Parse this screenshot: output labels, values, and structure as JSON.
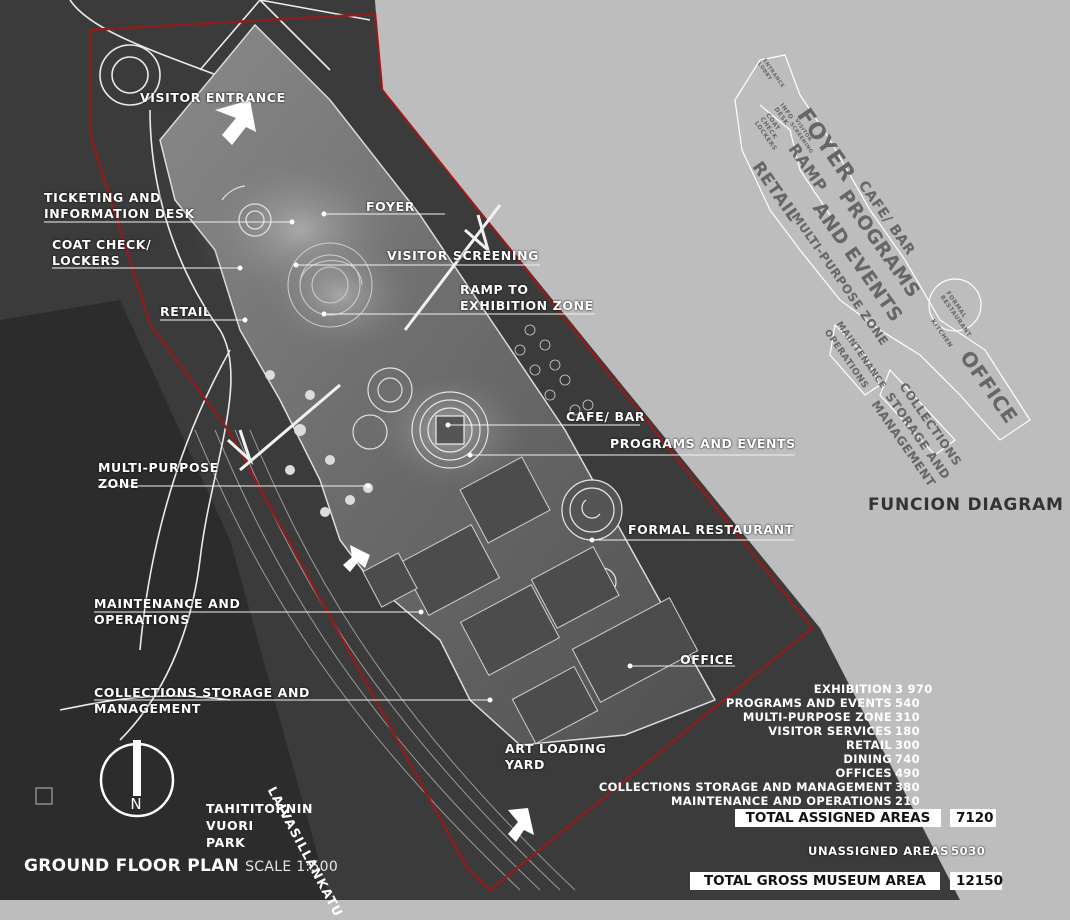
{
  "plan": {
    "title": "GROUND FLOOR PLAN",
    "scale": "SCALE 1:500",
    "street": "LAIVASILLANKATU",
    "park": "TAHITITORNIN\nVUORI\nPARK",
    "north": "N"
  },
  "labels": {
    "visitor_entrance": "VISITOR ENTRANCE",
    "ticketing": "TICKETING AND\nINFORMATION DESK",
    "coat_check": "COAT CHECK/\nLOCKERS",
    "foyer": "FOYER",
    "visitor_screening": "VISITOR SCREENING",
    "ramp": "RAMP TO\nEXHIBITION ZONE",
    "retail": "RETAIL",
    "cafe_bar": "CAFE/ BAR",
    "programs_events": "PROGRAMS AND EVENTS",
    "multi_purpose": "MULTI-PURPOSE\nZONE",
    "formal_restaurant": "FORMAL RESTAURANT",
    "maintenance": "MAINTENANCE AND\nOPERATIONS",
    "office": "OFFICE",
    "collections": "COLLECTIONS STORAGE AND\nMANAGEMENT",
    "art_loading": "ART LOADING\nYARD"
  },
  "function_diagram": {
    "title": "FUNCION DIAGRAM",
    "foyer": "FOYER",
    "cafe_bar": "CAFE/ BAR",
    "programs": "PROGRAMS",
    "and_events": "AND EVENTS",
    "ramp": "RAMP",
    "retail": "RETAIL",
    "multi_purpose": "MULTI-PURPOSE ZONE",
    "maintenance": "MAINTENANCE",
    "operations": "OPERATIONS",
    "collections": "COLLECTIONS",
    "storage_and": "STORAGE AND",
    "management": "MANAGEMENT",
    "office": "OFFICE",
    "formal_restaurant": "FORMAL\nRESTAURANT",
    "kitchen": "KITCHEN",
    "info_desk": "INFO\nDESK",
    "coat_lockers": "COAT\nCHECK\nLOCKERS",
    "entrance": "ENTRANCE\nLOBBY",
    "screening": "VISITOR\nSCREENING"
  },
  "areas": {
    "rows": [
      {
        "name": "EXHIBITION",
        "value": "3 970"
      },
      {
        "name": "PROGRAMS AND EVENTS",
        "value": "540"
      },
      {
        "name": "MULTI-PURPOSE ZONE",
        "value": "310"
      },
      {
        "name": "VISITOR SERVICES",
        "value": "180"
      },
      {
        "name": "RETAIL",
        "value": "300"
      },
      {
        "name": "DINING",
        "value": "740"
      },
      {
        "name": "OFFICES",
        "value": "490"
      },
      {
        "name": "COLLECTIONS STORAGE AND MANAGEMENT",
        "value": "380"
      },
      {
        "name": "MAINTENANCE AND OPERATIONS",
        "value": "210"
      }
    ],
    "total_assigned_label": "TOTAL ASSIGNED AREAS",
    "total_assigned_value": "7120",
    "unassigned_label": "UNASSIGNED AREAS",
    "unassigned_value": "5030",
    "total_gross_label": "TOTAL GROSS MUSEUM AREA",
    "total_gross_value": "12150"
  },
  "colors": {
    "background": "#bdbdbd",
    "site": "#3a3a3a",
    "boundary": "#8b1e1e",
    "building": "#6a6a6a",
    "label": "#ffffff"
  }
}
